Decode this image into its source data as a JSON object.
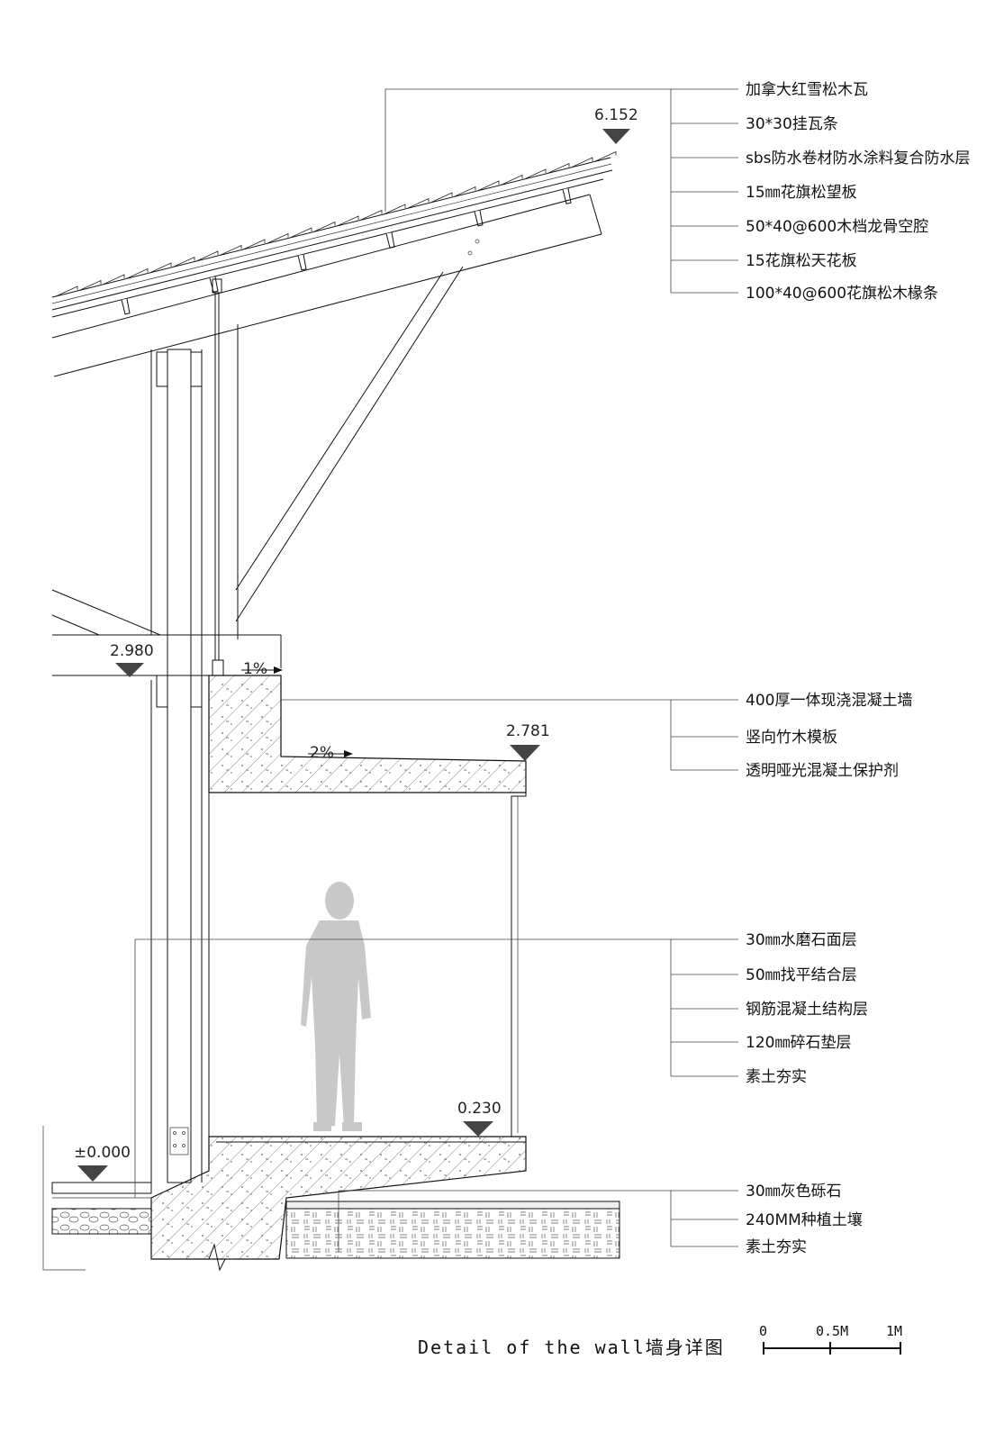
{
  "title": "Detail of the wall墙身详图",
  "elevations": {
    "roof": "6.152",
    "beam": "2.980",
    "canopy": "2.781",
    "floor": "0.230",
    "ground": "±0.000"
  },
  "slopes": {
    "canopy_top": "1%",
    "canopy_bottom": "2%"
  },
  "roof_layers": [
    "加拿大红雪松木瓦",
    "30*30挂瓦条",
    "sbs防水卷材防水涂料复合防水层",
    "15㎜花旗松望板",
    "50*40@600木档龙骨空腔",
    "15花旗松天花板",
    "100*40@600花旗松木椽条"
  ],
  "wall_layers": [
    "400厚一体现浇混凝土墙",
    "竖向竹木模板",
    "透明哑光混凝土保护剂"
  ],
  "floor_layers": [
    "30㎜水磨石面层",
    "50㎜找平结合层",
    "钢筋混凝土结构层",
    "120㎜碎石垫层",
    "素土夯实"
  ],
  "ground_layers": [
    "30㎜灰色砾石",
    "240MM种植土壤",
    "素土夯实"
  ],
  "scale_bar": {
    "labels": [
      "0",
      "0.5M",
      "1M"
    ]
  }
}
